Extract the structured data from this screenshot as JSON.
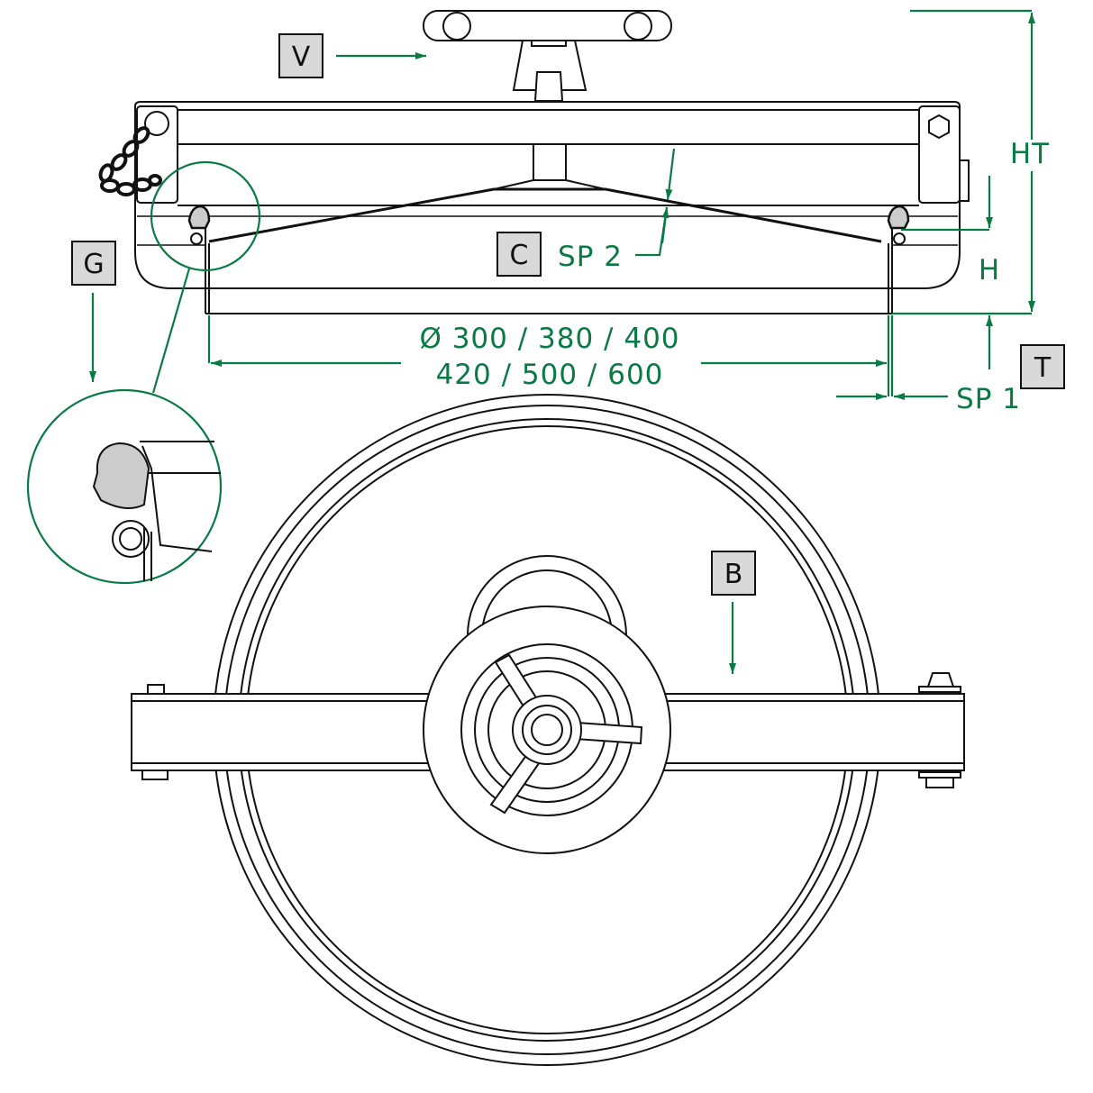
{
  "labels": {
    "V": "V",
    "C": "C",
    "G": "G",
    "T": "T",
    "B": "B"
  },
  "dimensions": {
    "HT": "HT",
    "H": "H",
    "SP2": "SP 2",
    "SP1": "SP 1",
    "diameter_line1": "Ø 300 / 380 / 400",
    "diameter_line2": "420 / 500 / 600"
  },
  "colors": {
    "dimension": "#0a7a45",
    "label_box": "#d9d9d9"
  }
}
